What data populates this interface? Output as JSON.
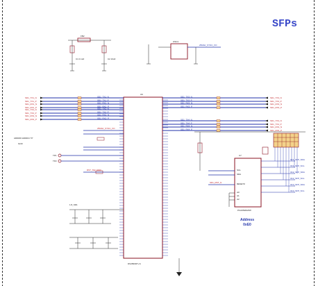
{
  "title": "SFPs",
  "colors": {
    "title": "#3a49c9",
    "wire": "#1f2fa8",
    "net_label": "#c0282d",
    "part": "#8a1020",
    "text": "#1a1a1a",
    "border": "#222222"
  },
  "addr_note": {
    "line1": "ADDR0=ADDR1=\"0\"",
    "line2": "0x30"
  },
  "tp_labels": [
    "TP1",
    "TP2"
  ],
  "main_ic": {
    "ref": "U6",
    "part": "DS4560DT+S"
  },
  "mux_ic": {
    "ref": "U7",
    "part": "PCA9548APW",
    "pins": [
      "SCL",
      "SDA",
      "RESET#",
      "A0",
      "A1",
      "A2"
    ]
  },
  "mux_addr": {
    "label": "Address",
    "value": "0xE0"
  },
  "osc": {
    "ref": "OSC1",
    "net": "25MHz_SYNC_XO"
  },
  "left_nets": [
    "SD1_TX1_N",
    "SD1_TX1_P",
    "SD1_RX1_N",
    "SD1_RX1_P",
    "SD1_TX2_N",
    "SD1_TX2_P",
    "SD1_RX2_N",
    "SD1_RX2_P"
  ],
  "right_nets": [
    "SD1_TX3_N",
    "SD1_TX3_P",
    "SD1_RX3_N",
    "SD1_RX3_P",
    "SD1_TX4_N",
    "SD1_TX4_P",
    "SD1_RX4_N",
    "SD1_RX4_P"
  ],
  "i2c_nets": [
    "IIC1_SFP_SDA",
    "IIC1_SFP_SCL",
    "IIC2_SFP_SDA",
    "IIC2_SFP_SCL",
    "IIC3_SFP_SDA",
    "IIC3_SFP_SCL"
  ],
  "misc_nets": [
    "25MHz_SYNC_XO",
    "SD1_RST_N",
    "RST_SW_SW0"
  ]
}
